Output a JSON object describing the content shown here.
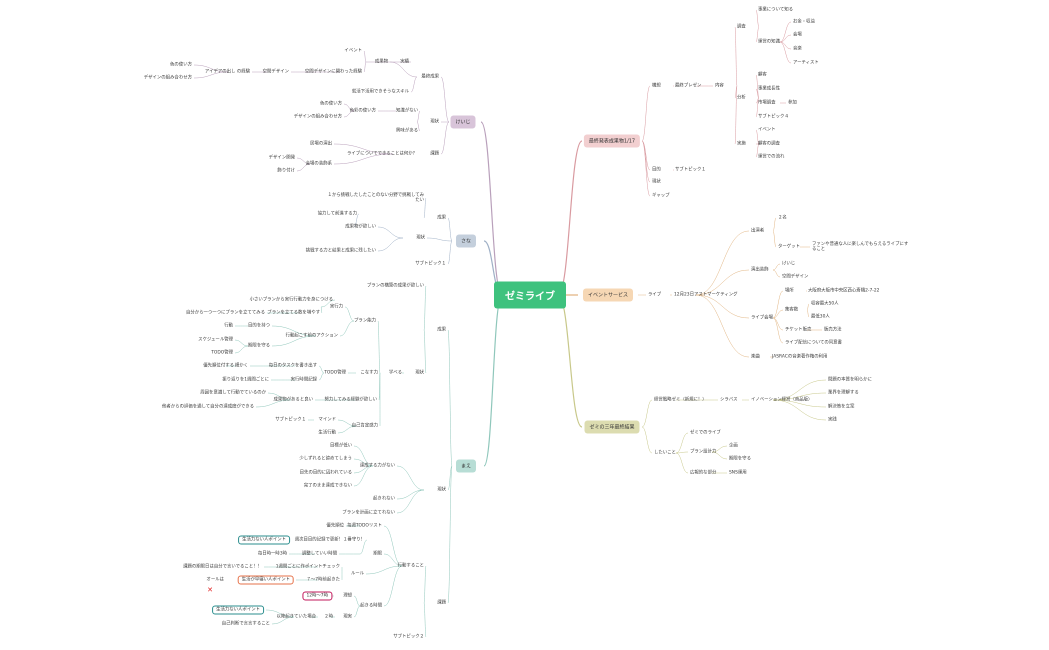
{
  "central": "ゼミライブ",
  "branches": {
    "keiji": "けいじ",
    "sana": "さな",
    "mae": "まえ",
    "final": "最終発表成果物1/17",
    "event": "イベントサービス",
    "seminar": "ゼミの三年最終結果"
  },
  "keiji": {
    "seika": "最終成果",
    "seisakubutsu": "成果物",
    "jitsuyou": "実績",
    "event": "イベント",
    "kuukan_design_kanren": "空間デザインに関わった経験",
    "kuukan_design": "空間デザイン",
    "idea_kiso": "アイデアの出し の経験",
    "iro_tsukaikata": "色の使い方",
    "design_kumiawase": "デザインの組み合わせ方",
    "shuukatsu": "就活下活用できそうなスキル",
    "genjou": "現状",
    "chishiki_nai": "知識がない",
    "iro_tsukaikata2": "色彩の使い方",
    "iro_tsukaikata3": "色の使い方",
    "design_kumiawase2": "デザインの組み合わせ方",
    "kyoumi": "興味がある",
    "kadai": "課題",
    "live_dekiru": "ライブについてできることは何か?",
    "ibasho": "居場の演出",
    "kaijou_soushoku": "会場の装飾系",
    "design_kaihatsu": "デザイン開発",
    "kazaritsuke": "飾り付け"
  },
  "sana": {
    "seika": "成果",
    "ichikara": "１から挑戦したしたことのない分野で挑戦してみたい",
    "genjou": "現状",
    "kyouryoku": "協力して前進する力",
    "seikabutsu": "成果物が欲しい",
    "chousen": "挑戦する力と結果と成果に残したい",
    "subtopic": "サブトピック１"
  },
  "mae": {
    "seika": "成果",
    "plan_yoshi": "プランの構築の成果が欲しい",
    "genjou": "現状",
    "manabu": "学べる",
    "plan_ryoku": "プラン能力",
    "jikkou": "実行力",
    "chiisai_plan": "小さいプランから実行行動力を身につける",
    "jibun_kara": "自分から一つ一つにプランを立ててみる",
    "plan_tateru": "プランを立てる数を増やす",
    "koudou_sugu": "行動起こす前のアクション",
    "koudou": "行動",
    "mokuteki": "目的を持つ",
    "schedule": "スケジュール管理",
    "kigen": "期限を守る",
    "todo_kanri": "TODO管理",
    "konasu": "こなす力",
    "todo_kanri2": "TODO管理",
    "mainichi": "毎日のタスクを書き出す",
    "yuusen": "優先順位付する",
    "komakaku": "細かく",
    "furikaeri": "振り返りを1週間ごとに",
    "jikkou_kiroku": "実行時間記録",
    "seika_kanji": "成果物があると良い",
    "doryoku": "努力してみる経験が欲しい",
    "shuui": "周囲を意識して行動でているのか",
    "tasha": "他者からの評価を通して自分の達成度ができる",
    "jiko_kouyou": "自己肯定感力",
    "mind": "マインド",
    "subtopic1": "サブトピック１",
    "seikatsu": "生活行動",
    "genjou2": "現状",
    "tassei_chikara_nai": "達成する力がない",
    "mokuhyou_nai": "目標が低い",
    "sugu_yameru": "少しずれると諦めてしまう",
    "mesaki": "目先の目的に囚われている",
    "kanryou": "完了のまま達成できない",
    "okinai": "起きれない",
    "plan_tate_nai": "プランを計画に立てれない",
    "kadai": "課題",
    "koudou_suru": "行動すること",
    "yuusendo": "優先順位",
    "mainichi_todo": "毎週TODOリスト",
    "shuukan_ka": "週次目目的記録で更新！１番守り！",
    "kigen2": "期限",
    "jikan_kakuho": "時間の確保",
    "chousei_kigen": "調整していい時間",
    "maishuu": "毎日時一時3時",
    "rule": "ルール",
    "isshuukan_plan": "1週間ごとに作ポイントチェック",
    "kigen_yakusoku": "課題の期限日は自分で言いでること！！",
    "seikatsu_point": "生活が早寝い人ポイント",
    "shichi_hachi": "７〜7時前起きた",
    "okiru_jikan": "起きる時間",
    "ooruwa": "オールは",
    "juuni_nana": "12時〜7時",
    "risou": "理想",
    "genjitsu": "現実",
    "ninji": "２時",
    "kaishi_jikan": "以降起きていた場合",
    "seikatsu_point2": "生活力ない人ポイント",
    "jibun_handan": "自己判断で言言すること",
    "seikatsu_nai": "生活力ない人ポイント",
    "subtopic2": "サブトピック２"
  },
  "final": {
    "shuuhen": "構想",
    "saishuu_pre": "最終プレゼン",
    "naiyou": "内容",
    "chousa": "調査",
    "jigyou": "事業について知る",
    "unei": "運営の知識",
    "okane": "お金・収益",
    "kaijou": "会場",
    "ongaku": "音楽",
    "artist": "アーティスト",
    "bunseki": "分析",
    "kankyaku": "顧客",
    "jigyou_seichou": "事業成長性",
    "shijou": "市場調査",
    "sanka": "参加",
    "subtopic4": "サブトピック４",
    "jisshi": "実施",
    "event": "イベント",
    "kokyaku_chousa": "顧客の調査",
    "unei_nagare": "運営での流れ",
    "mokuteki": "目的",
    "subtopic1": "サブトピック１",
    "genjou": "現状",
    "gap": "ギャップ"
  },
  "event": {
    "live": "ライブ",
    "date": "12月23日アストマーケティング",
    "shutsuensha": "出演者",
    "nimei": "２名",
    "target": "ターゲット",
    "target_desc": "ファンや普通な人に楽しんでもらえるライブにすること",
    "shutsuen_keitai": "演出装飾",
    "keiji": "けいじ",
    "kuukan_design": "空間デザイン",
    "live_kaijou": "ライブ会場",
    "basho": "場所",
    "address": "大阪府大阪市中央区西心斎橋2-7-22",
    "shuukyaku": "集客数",
    "shuuyou": "収容最大50人",
    "mokuhyou": "最低30人",
    "ticket": "チケット販売",
    "hanbai": "販売方法",
    "live_haishin": "ライブ配信についての同意書",
    "kyoku": "楽曲",
    "jasrac": "JASRACの音楽著作権の利用"
  },
  "seminar": {
    "keiei": "経営戦略ゼミ（新規に！）",
    "syllabus": "シラバス",
    "innovation": "イノベーション経営（商品版）",
    "mondai": "問題の本質を明らかに",
    "gyoukai": "業界を理解する",
    "kaiketsu": "解決策を立案",
    "jissen": "実践",
    "shitai": "したいこと",
    "zemi_live": "ゼミでのライブ",
    "plan_ryoku": "プラン設計力",
    "kikaku": "企画",
    "kigen": "期限を守る",
    "kouhou": "広報的な部分",
    "sns": "SNS運用"
  },
  "colors": {
    "central": "#3ec27e",
    "keiji": "#d8c4d9",
    "sana": "#c4cfdc",
    "mae": "#b7ddd5",
    "final": "#f2cfd0",
    "event": "#f6d7b4",
    "seminar": "#dcdcb0"
  }
}
